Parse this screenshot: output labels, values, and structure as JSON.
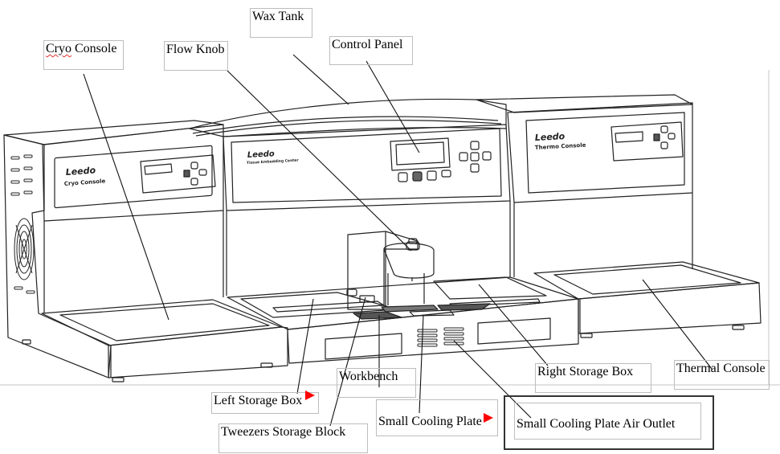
{
  "diagram": {
    "title": "Tissue Embedding Center - component callouts",
    "device": {
      "left_module": {
        "brand": "Leedo",
        "name": "Cryo Console"
      },
      "center_module": {
        "brand": "Leedo",
        "name": "Tissue Embedding Center"
      },
      "right_module": {
        "brand": "Leedo",
        "name": "Thermo Console"
      }
    },
    "labels": [
      {
        "id": "cryo-console",
        "text_a": "Cryo",
        "text_b": " Console",
        "spellcheck_word": "Cryo"
      },
      {
        "id": "flow-knob",
        "text": "Flow Knob"
      },
      {
        "id": "wax-tank",
        "text": "Wax Tank"
      },
      {
        "id": "control-panel",
        "text": "Control Panel"
      },
      {
        "id": "workbench",
        "text": "Workbench"
      },
      {
        "id": "left-storage-box",
        "text": "Left Storage Box"
      },
      {
        "id": "tweezers-storage-block",
        "text": "Tweezers Storage Block"
      },
      {
        "id": "small-cooling-plate",
        "text": "Small Cooling Plate"
      },
      {
        "id": "small-cooling-plate-air-outlet",
        "text": "Small Cooling Plate Air Outlet"
      },
      {
        "id": "right-storage-box",
        "text": "Right Storage Box"
      },
      {
        "id": "thermal-console",
        "text": "Thermal Console"
      }
    ],
    "colors": {
      "line": "#111111",
      "label_border": "#bdbdbd",
      "marker": "#ff0000",
      "frame": "#333333"
    }
  }
}
